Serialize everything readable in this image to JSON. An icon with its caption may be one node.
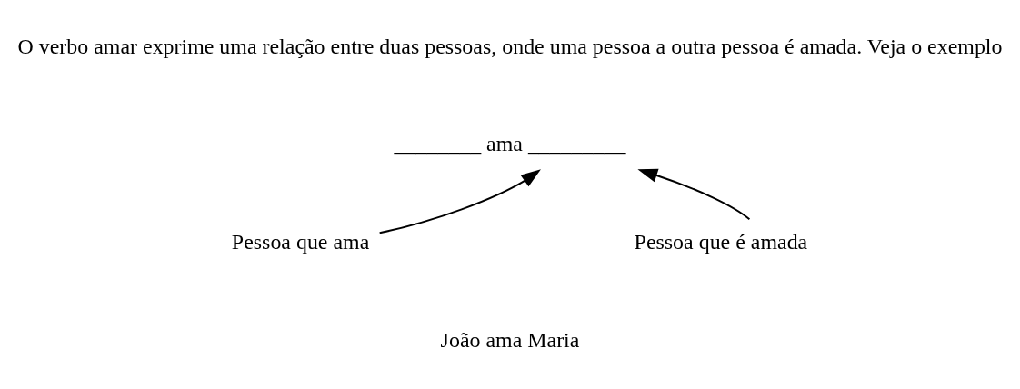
{
  "diagram": {
    "nodes": [
      {
        "text": [
          "________ ama _________"
        ]
      },
      {
        "text": [
          "Pessoa que ama"
        ]
      },
      {
        "text": [
          "Pessoa que é amada"
        ]
      }
    ],
    "edges": [
      {
        "from": 1,
        "to": 0,
        "arrow": "to"
      },
      {
        "from": 2,
        "to": 0,
        "arrow": "to"
      }
    ],
    "labels": [
      "O verbo amar exprime uma relação entre duas pessoas, onde uma pessoa a outra pessoa é amada. Veja o exemplo",
      "João ama Maria"
    ]
  }
}
